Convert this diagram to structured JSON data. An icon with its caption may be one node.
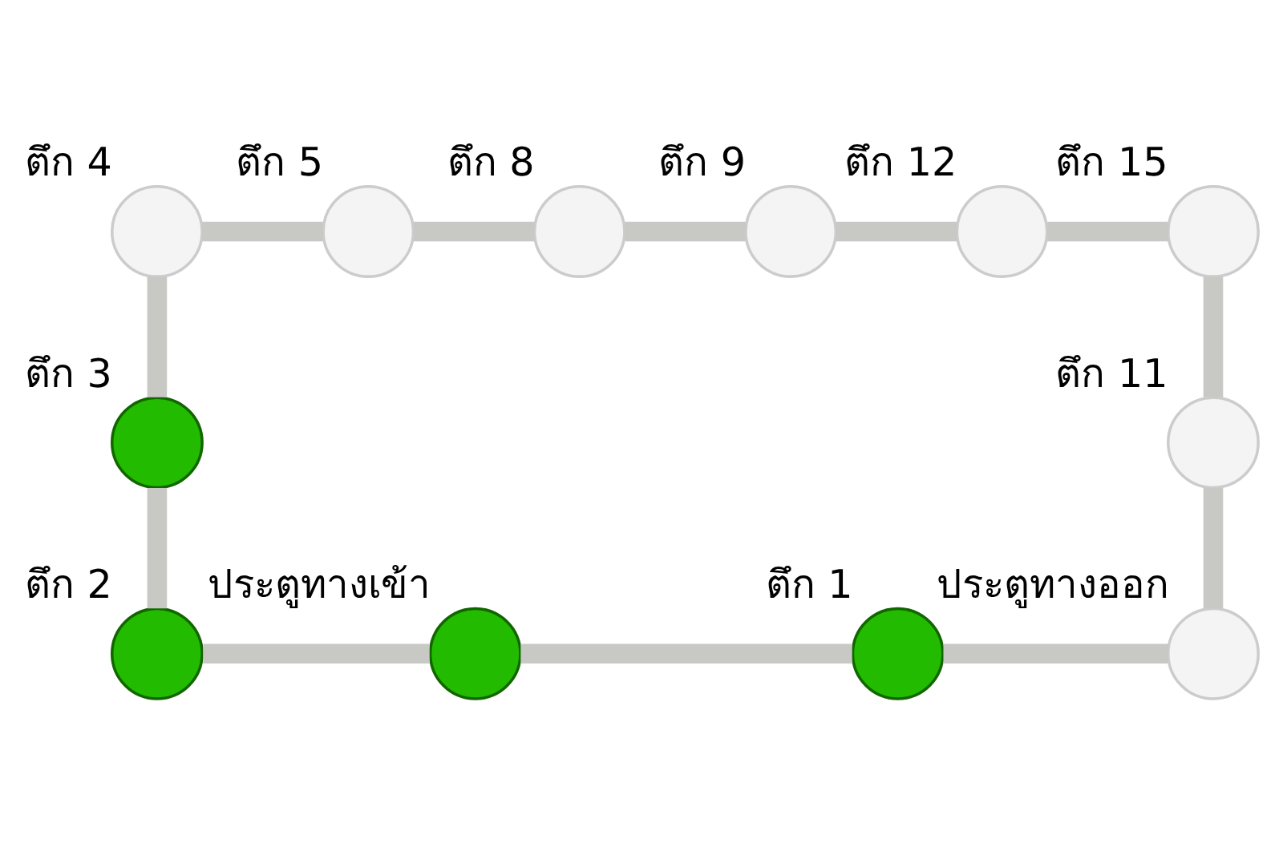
{
  "diagram": {
    "nodes": [
      {
        "text": [],
        "shape": "circle",
        "beside": [
          "ตึก 4"
        ]
      },
      {
        "text": [],
        "shape": "circle",
        "beside": [
          "ตึก 5"
        ]
      },
      {
        "text": [],
        "shape": "circle",
        "beside": [
          "ตึก 8"
        ]
      },
      {
        "text": [],
        "shape": "circle",
        "beside": [
          "ตึก 9"
        ]
      },
      {
        "text": [],
        "shape": "circle",
        "beside": [
          "ตึก 12"
        ]
      },
      {
        "text": [],
        "shape": "circle",
        "beside": [
          "ตึก 15"
        ]
      },
      {
        "text": [],
        "shape": "circle",
        "beside": [
          "ตึก 3"
        ]
      },
      {
        "text": [],
        "shape": "circle",
        "beside": [
          "ตึก 11"
        ]
      },
      {
        "text": [],
        "shape": "circle",
        "beside": [
          "ตึก 2"
        ]
      },
      {
        "text": [],
        "shape": "circle",
        "beside": [
          "ประตูทางเข้า"
        ]
      },
      {
        "text": [],
        "shape": "circle",
        "beside": [
          "ตึก 1"
        ]
      },
      {
        "text": [],
        "shape": "circle",
        "beside": [
          "ประตูทางออก"
        ]
      }
    ],
    "edges": [
      {
        "from": 8,
        "to": 9,
        "arrow": "none"
      },
      {
        "from": 9,
        "to": 10,
        "arrow": "none"
      },
      {
        "from": 10,
        "to": 11,
        "arrow": "none"
      },
      {
        "from": 11,
        "to": 7,
        "arrow": "none"
      },
      {
        "from": 7,
        "to": 5,
        "arrow": "none"
      },
      {
        "from": 5,
        "to": 4,
        "arrow": "none"
      },
      {
        "from": 4,
        "to": 3,
        "arrow": "none"
      },
      {
        "from": 3,
        "to": 2,
        "arrow": "none"
      },
      {
        "from": 2,
        "to": 1,
        "arrow": "none"
      },
      {
        "from": 1,
        "to": 0,
        "arrow": "none"
      },
      {
        "from": 0,
        "to": 6,
        "arrow": "none"
      },
      {
        "from": 6,
        "to": 8,
        "arrow": "none"
      }
    ]
  }
}
